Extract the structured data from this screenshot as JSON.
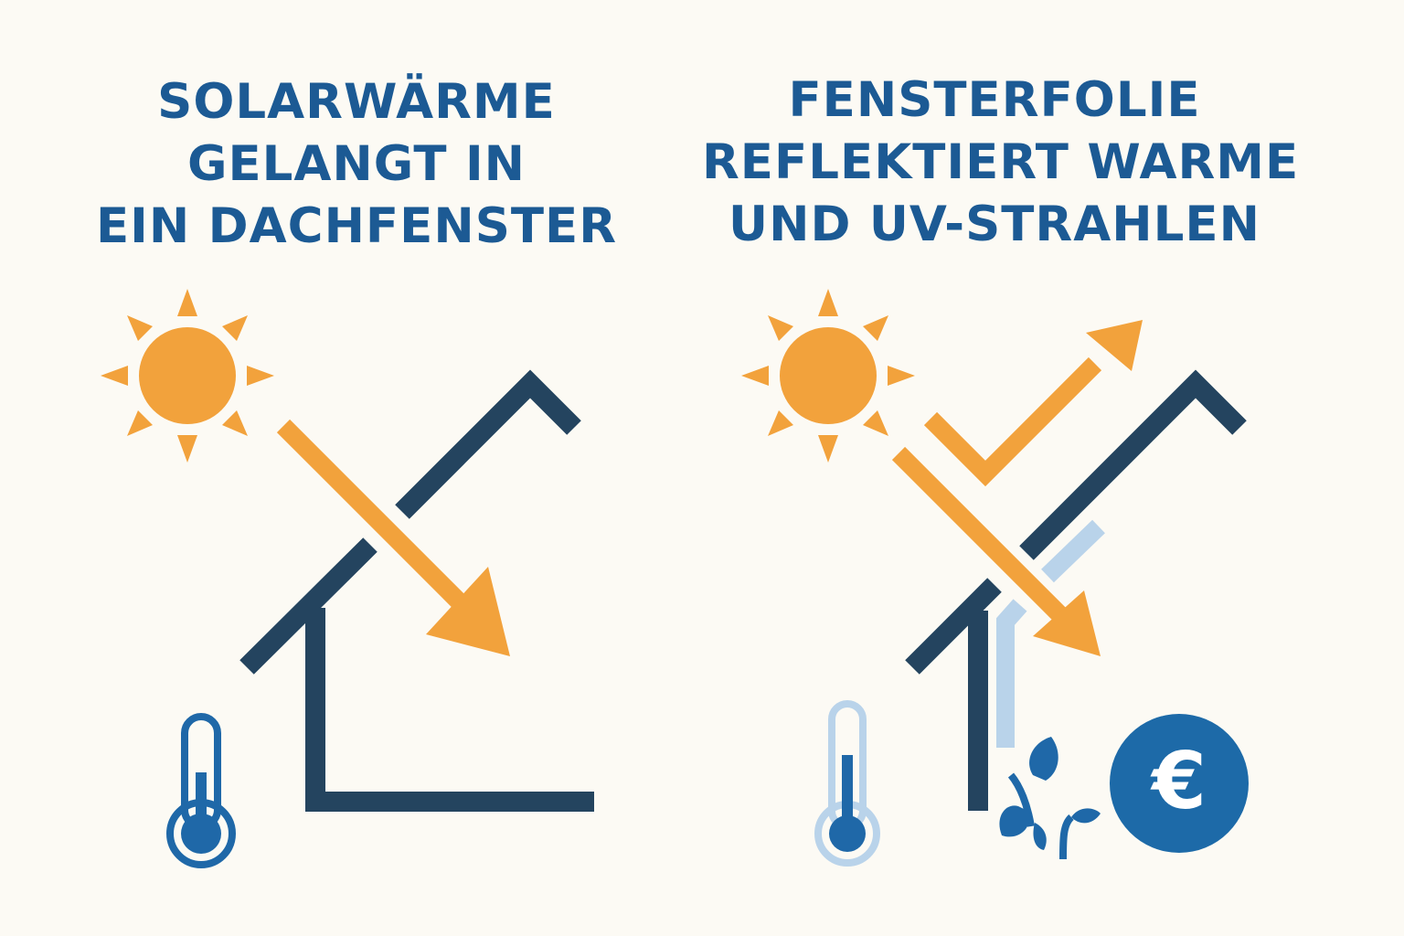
{
  "panels": [
    {
      "id": "left",
      "title_lines": [
        "SOLARWÄRME",
        "GELANGT IN",
        "EIN DACHFENSTER"
      ]
    },
    {
      "id": "right",
      "title_lines": [
        "FENSTERFOLIE",
        "REFLEKTIERT WARME",
        "UND UV-STRAHLEN"
      ]
    }
  ],
  "icons": {
    "currency_symbol": "€"
  },
  "colors": {
    "background": "#fcfaf4",
    "title": "#1c5a94",
    "sun": "#f2a23c",
    "house": "#24445f",
    "film": "#b9d3ea",
    "thermo_left": "#1f68a8",
    "thermo_right_outline": "#b9d3ea",
    "thermo_right_fill": "#1f68a8",
    "coin": "#1d6aa8"
  }
}
